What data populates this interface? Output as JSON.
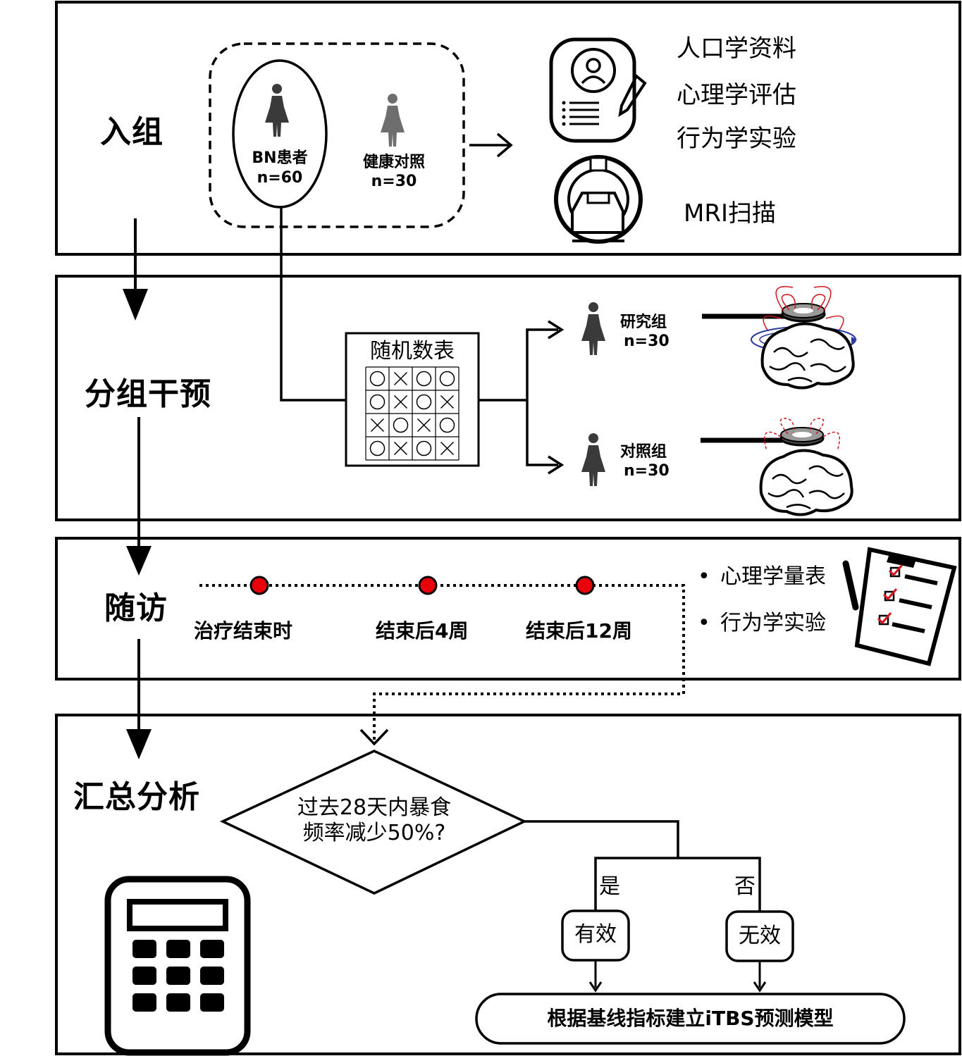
{
  "stages": {
    "enroll": "入组",
    "group": "分组干预",
    "followup": "随访",
    "analysis": "汇总分析"
  },
  "enrollment": {
    "bn_label": "BN患者",
    "bn_n": "n=60",
    "hc_label": "健康对照",
    "hc_n": "n=30",
    "assessments": [
      "人口学资料",
      "心理学评估",
      "行为学实验"
    ],
    "mri": "MRI扫描"
  },
  "randomization": {
    "title": "随机数表",
    "grid": [
      [
        "O",
        "X",
        "O",
        "O"
      ],
      [
        "O",
        "X",
        "O",
        "X"
      ],
      [
        "X",
        "O",
        "X",
        "O"
      ],
      [
        "O",
        "X",
        "O",
        "X"
      ]
    ],
    "study_label": "研究组",
    "study_n": "n=30",
    "control_label": "对照组",
    "control_n": "n=30"
  },
  "followup": {
    "timepoints": [
      "治疗结束时",
      "结束后4周",
      "结束后12周"
    ],
    "measures": [
      "心理学量表",
      "行为学实验"
    ],
    "bullet": "•"
  },
  "analysis": {
    "question_line1": "过去28天内暴食",
    "question_line2": "频率减少50%?",
    "yes": "是",
    "no": "否",
    "effective": "有效",
    "ineffective": "无效",
    "model": "根据基线指标建立iTBS预测模型"
  },
  "colors": {
    "dot_fill": "#e8000b",
    "coil_red": "#d4141c",
    "coil_blue": "#2b3a9e",
    "figure_dark": "#3a3a3a",
    "figure_light": "#6e6e6e"
  },
  "icons": [
    "person-icon",
    "document-person-icon",
    "pen-icon",
    "mri-scanner-icon",
    "brain-icon",
    "tms-coil-icon",
    "checklist-icon",
    "calculator-icon"
  ]
}
